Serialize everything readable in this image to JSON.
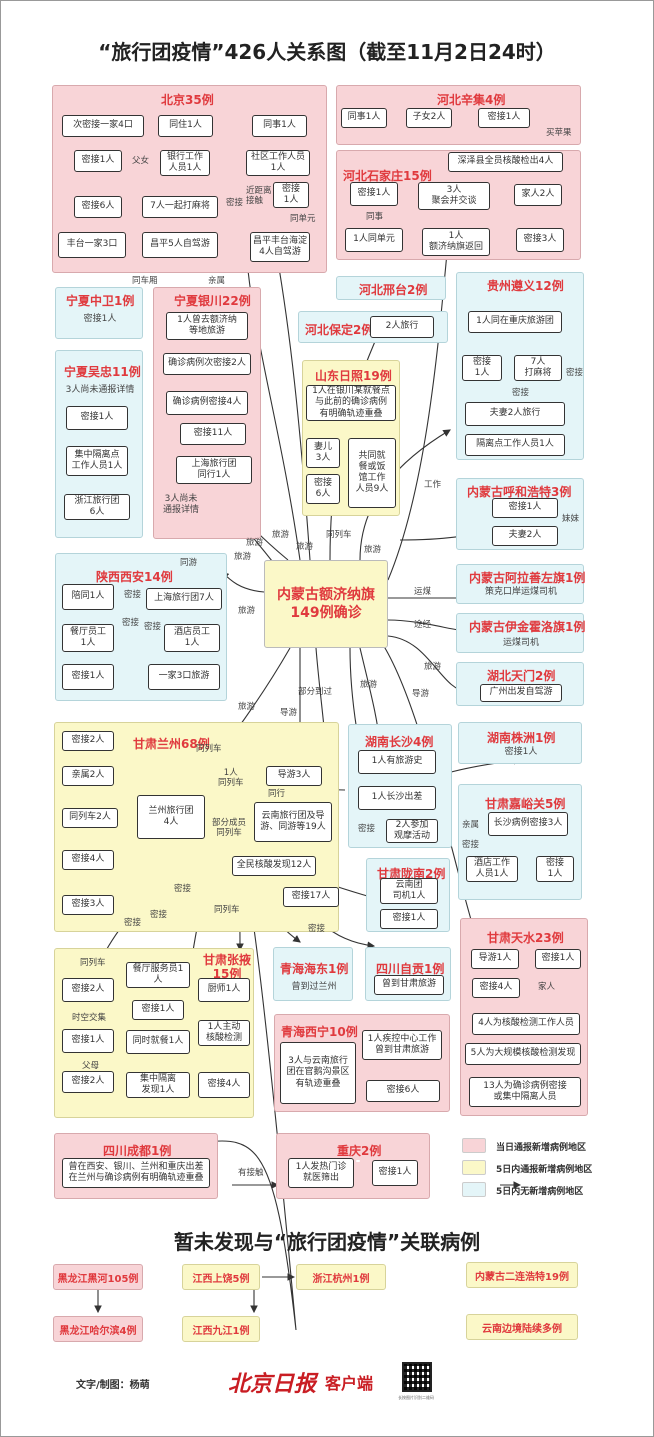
{
  "title": "“旅行团疫情”426人关系图（截至11月2日24时）",
  "center": {
    "line1": "内蒙古额济纳旗",
    "line2": "149例确诊"
  },
  "regions": {
    "beijing": {
      "title": "北京35例",
      "nodes": [
        "次密接一家4口",
        "同住1人",
        "同事1人",
        "密接1人",
        "银行工作\n人员1人",
        "社区工作人员\n1人",
        "密接6人",
        "7人一起打麻将",
        "密接\n1人",
        "丰台一家3口",
        "昌平5人自驾游",
        "昌平丰台海淀\n4人自驾游"
      ],
      "edges": [
        "父女",
        "密接",
        "近距离\n接触",
        "同单元"
      ]
    },
    "xinji": {
      "title": "河北辛集4例",
      "nodes": [
        "同事1人",
        "子女2人",
        "密接1人"
      ],
      "edges": [
        "买苹果"
      ]
    },
    "shijiazhuang": {
      "title": "河北石家庄15例",
      "nodes": [
        "深泽县全员核酸检出4人",
        "密接1人",
        "3人\n聚会并交谈",
        "家人2人",
        "1人同单元",
        "1人\n额济纳旗返回",
        "密接3人"
      ],
      "edges": [
        "同事"
      ]
    },
    "zhongwei": {
      "title": "宁夏中卫1例",
      "text": "密接1人"
    },
    "wuzhong": {
      "title": "宁夏吴忠11例",
      "note": "3人尚未通报详情",
      "nodes": [
        "密接1人",
        "集中隔离点\n工作人员1人",
        "浙江旅行团\n6人"
      ]
    },
    "yinchuan": {
      "title": "宁夏银川22例",
      "nodes": [
        "1人曾去额济纳\n等地旅游",
        "确诊病例次密接2人",
        "确诊病例密接4人",
        "密接11人",
        "上海旅行团\n同行1人"
      ],
      "note": "3人尚未\n通报详情"
    },
    "xingtai": {
      "title": "河北邢台2例"
    },
    "baoding": {
      "title": "河北保定2例",
      "nodes": [
        "2人旅行"
      ]
    },
    "rizhao": {
      "title": "山东日照19例",
      "nodes": [
        "1人在银川某就餐点\n与此前的确诊病例\n有明确轨迹重叠",
        "妻儿\n3人",
        "共同就\n餐或饭\n馆工作\n人员9人",
        "密接\n6人"
      ]
    },
    "zunyi": {
      "title": "贵州遵义12例",
      "nodes": [
        "1人同在重庆旅游团",
        "密接\n1人",
        "7人\n打麻将",
        "夫妻2人旅行",
        "隔离点工作人员1人"
      ],
      "edges": [
        "密接",
        "密接"
      ]
    },
    "hohhot": {
      "title": "内蒙古呼和浩特3例",
      "nodes": [
        "密接1人",
        "夫妻2人"
      ],
      "edges": [
        "妹妹"
      ]
    },
    "xian": {
      "title": "陕西西安14例",
      "nodes": [
        "陪同1人",
        "上海旅行团7人",
        "餐厅员工\n1人",
        "酒店员工\n1人",
        "密接1人",
        "一家3口旅游"
      ],
      "edges": [
        "密接",
        "密接",
        "密接"
      ]
    },
    "alxa": {
      "title": "内蒙古阿拉善左旗1例",
      "text": "策克口岸运煤司机"
    },
    "ejin_horo": {
      "title": "内蒙古伊金霍洛旗1例",
      "text": "运煤司机"
    },
    "tianmen": {
      "title": "湖北天门2例",
      "nodes": [
        "广州出发自驾游"
      ]
    },
    "lanzhou": {
      "title": "甘肃兰州68例",
      "nodes": [
        "密接2人",
        "亲属2人",
        "兰州旅行团\n4人",
        "导游3人",
        "同列车2人",
        "云南旅行团及导\n游、同游等19人",
        "密接4人",
        "全民核酸发现12人",
        "密接17人",
        "密接3人"
      ],
      "edges": [
        "1人\n同列车",
        "同行",
        "部分成员\n同列车"
      ]
    },
    "changsha": {
      "title": "湖南长沙4例",
      "nodes": [
        "1人有旅游史",
        "1人长沙出差",
        "2人参加\n观摩活动"
      ],
      "edges": [
        "密接"
      ]
    },
    "zhuzhou": {
      "title": "湖南株洲1例",
      "text": "密接1人"
    },
    "jiayuguan": {
      "title": "甘肃嘉峪关5例",
      "nodes": [
        "长沙病例密接3人",
        "酒店工作\n人员1人",
        "密接\n1人"
      ],
      "edges": [
        "亲属",
        "密接"
      ]
    },
    "longnan": {
      "title": "甘肃陇南2例",
      "nodes": [
        "云南团\n司机1人",
        "密接1人"
      ]
    },
    "zhangye": {
      "title": "甘肃张掖\n15例",
      "nodes": [
        "密接2人",
        "餐厅服务员1\n人",
        "厨师1人",
        "密接1人",
        "密接1人",
        "同时就餐1人",
        "1人主动\n核酸检测",
        "密接2人",
        "集中隔离\n发现1人",
        "密接4人"
      ],
      "edges": [
        "同列车",
        "时空交集",
        "父母"
      ]
    },
    "haidong": {
      "title": "青海海东1例",
      "text": "曾到过兰州"
    },
    "zigong": {
      "title": "四川自贡1例",
      "nodes": [
        "曾到甘肃旅游"
      ]
    },
    "xining": {
      "title": "青海西宁10例",
      "nodes": [
        "3人与云南旅行\n团在官鹅沟景区\n有轨迹重叠",
        "1人疾控中心工作\n曾到甘肃旅游",
        "密接6人"
      ]
    },
    "tianshui": {
      "title": "甘肃天水23例",
      "nodes": [
        "导游1人",
        "密接1人",
        "密接4人",
        "4人为核酸检测工作人员",
        "5人为大规模核酸检测发现",
        "13人为确诊病例密接\n或集中隔离人员"
      ],
      "edges": [
        "家人"
      ]
    },
    "chengdu": {
      "title": "四川成都1例",
      "nodes": [
        "曾在西安、银川、兰州和重庆出差\n在兰州与确诊病例有明确轨迹重叠"
      ]
    },
    "chongqing": {
      "title": "重庆2例",
      "nodes": [
        "1人发热门诊\n就医筛出",
        "密接1人"
      ],
      "edges": [
        "有接触"
      ]
    }
  },
  "center_edges": [
    "同车厢",
    "亲属",
    "工作",
    "旅游",
    "旅游",
    "旅游",
    "旅游",
    "同列车",
    "同游",
    "旅游",
    "旅游",
    "运煤",
    "途经",
    "旅游",
    "导游",
    "旅游",
    "部分到过",
    "导游",
    "旅游",
    "同列车",
    "密接",
    "密接",
    "密接",
    "同列车",
    "密接"
  ],
  "legend": [
    {
      "label": "当日通报新增病例地区",
      "color": "#f8d4d7"
    },
    {
      "label": "5日内通报新增病例地区",
      "color": "#fbf8c8"
    },
    {
      "label": "5日内无新增病例地区",
      "color": "#e4f5f8"
    }
  ],
  "unrelated": {
    "title": "暂未发现与“旅行团疫情”关联病例",
    "boxes": [
      "黑龙江黑河105例",
      "黑龙江哈尔滨4例",
      "江西上饶5例",
      "江西九江1例",
      "浙江杭州1例",
      "内蒙古二连浩特19例",
      "云南边境陆续多例"
    ]
  },
  "footer": {
    "author": "文字/制图：杨萌",
    "brand": "北京日报",
    "brand_suffix": "客户端",
    "qr_caption": "长按图片识别二维码"
  }
}
